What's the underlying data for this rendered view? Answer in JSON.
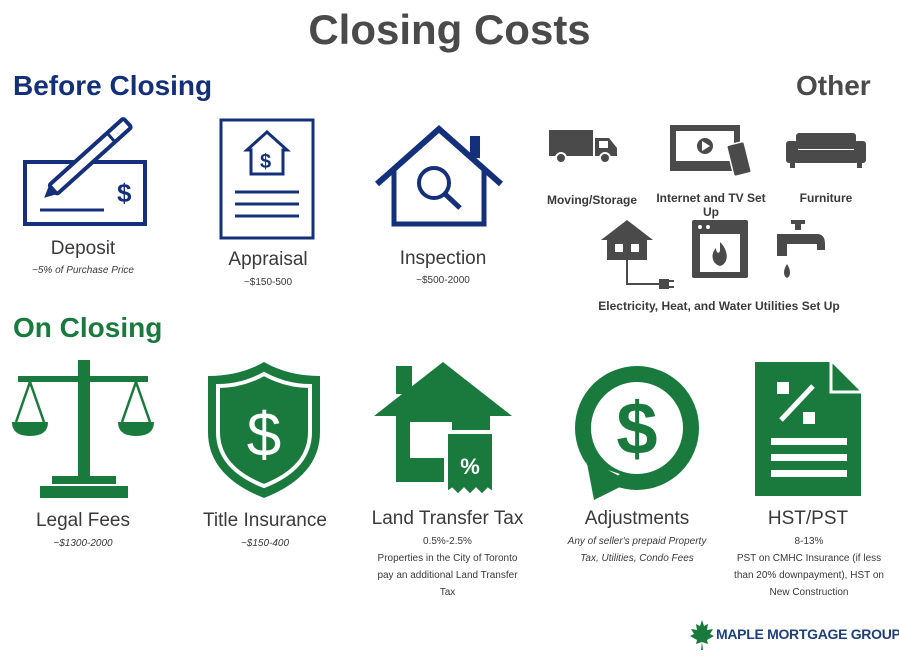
{
  "title": "Closing Costs",
  "sections": {
    "before": "Before Closing",
    "other": "Other",
    "on": "On Closing"
  },
  "before_items": [
    {
      "label": "Deposit",
      "sub": "~5% of Purchase Price",
      "icon": "cheque-pen-icon"
    },
    {
      "label": "Appraisal",
      "sub": "~$150-500",
      "icon": "appraisal-document-icon"
    },
    {
      "label": "Inspection",
      "sub": "~$500-2000",
      "icon": "house-magnifier-icon"
    }
  ],
  "other_items": [
    {
      "label": "Moving/Storage",
      "icon": "moving-truck-icon"
    },
    {
      "label": "Internet and TV Set Up",
      "icon": "tv-remote-icon"
    },
    {
      "label": "Furniture",
      "icon": "sofa-icon"
    }
  ],
  "utilities_label": "Electricity, Heat, and Water Utilities Set Up",
  "on_items": [
    {
      "label": "Legal Fees",
      "sub": "~$1300-2000",
      "icon": "scales-icon"
    },
    {
      "label": "Title Insurance",
      "sub": "~$150-400",
      "icon": "shield-dollar-icon"
    },
    {
      "label": "Land Transfer Tax",
      "note": [
        "0.5%-2.5%",
        "Properties in the City of Toronto",
        "pay an additional Land Transfer",
        "Tax"
      ],
      "icon": "house-tax-icon"
    },
    {
      "label": "Adjustments",
      "sub": [
        "Any of seller's prepaid Property",
        "Tax, Utilities, Condo Fees"
      ],
      "icon": "dollar-cycle-icon"
    },
    {
      "label": "HST/PST",
      "note": [
        "8-13%",
        "PST on CMHC Insurance (if less",
        "than 20% downpayment), HST on",
        "New Construction"
      ],
      "icon": "percent-document-icon"
    }
  ],
  "logo": {
    "text": "MAPLE MORTGAGE GROUP",
    "icon": "maple-leaf-icon"
  },
  "colors": {
    "navy": "#14307a",
    "green": "#1a7a3e",
    "gray": "#4a4a4a"
  }
}
